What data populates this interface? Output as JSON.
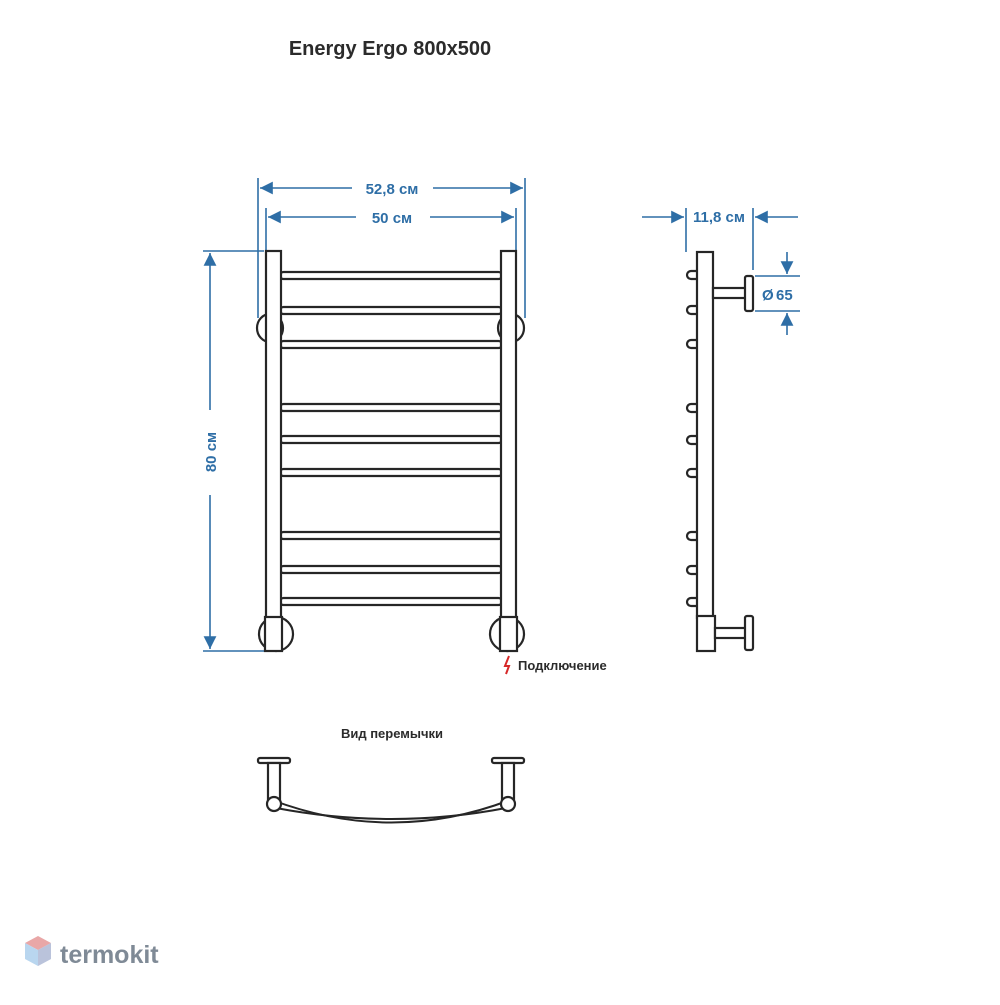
{
  "title": "Energy Ergo 800x500",
  "dimensions": {
    "overall_width": "52,8 см",
    "inner_width": "50 см",
    "height": "80 см",
    "depth": "11,8 см",
    "diameter": "65",
    "diameter_symbol": "Ø"
  },
  "labels": {
    "connection": "Подключение",
    "jumper_view": "Вид перемычки"
  },
  "brand": {
    "name": "termokit"
  },
  "colors": {
    "dimension": "#2e6ea6",
    "outline": "#262626",
    "connection_mark": "#d62828",
    "brand_text": "#7f8a96"
  }
}
